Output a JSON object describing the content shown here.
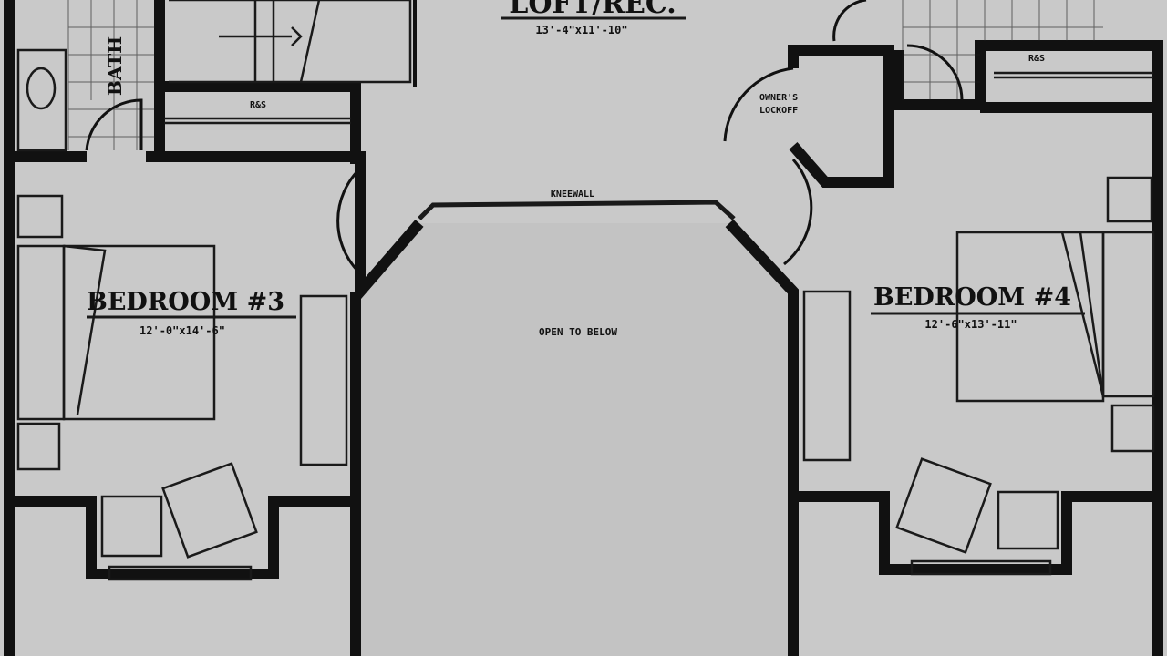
{
  "plan": {
    "loft": {
      "name": "LOFT/REC.",
      "dims": "13'-4\"x11'-10\""
    },
    "bedroom3": {
      "name": "BEDROOM #3",
      "dims": "12'-0\"x14'-6\""
    },
    "bedroom4": {
      "name": "BEDROOM #4",
      "dims": "12'-6\"x13'-11\""
    },
    "bath": "BATH",
    "owners_lockoff": [
      "OWNER'S",
      "LOCKOFF"
    ],
    "rs_left": "R&S",
    "rs_right": "R&S",
    "kneewall": "KNEEWALL",
    "open_to_below": "OPEN TO BELOW"
  },
  "colors": {
    "paper": "#c9c9c9",
    "ink": "#111111"
  }
}
